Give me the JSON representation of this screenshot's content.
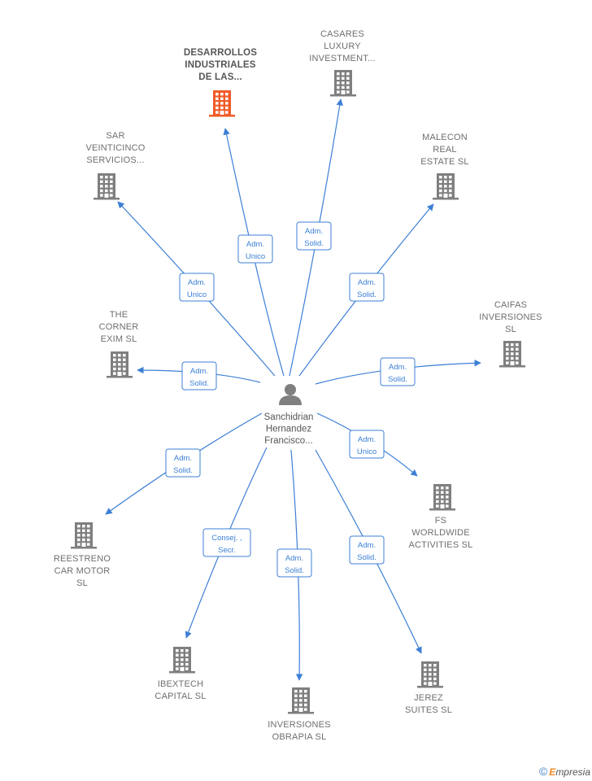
{
  "center": {
    "name_lines": [
      "Sanchidrian",
      "Hernandez",
      "Francisco..."
    ],
    "icon": "person-icon"
  },
  "companies": [
    {
      "id": "desarrollos",
      "lines": [
        "DESARROLLOS",
        "INDUSTRIALES",
        "DE LAS..."
      ],
      "highlight": true,
      "relation": [
        "Adm.",
        "Unico"
      ]
    },
    {
      "id": "casares",
      "lines": [
        "CASARES",
        "LUXURY",
        "INVESTMENT..."
      ],
      "highlight": false,
      "relation": [
        "Adm.",
        "Solid."
      ]
    },
    {
      "id": "sar",
      "lines": [
        "SAR",
        "VEINTICINCO",
        "SERVICIOS..."
      ],
      "highlight": false,
      "relation": [
        "Adm.",
        "Unico"
      ]
    },
    {
      "id": "malecon",
      "lines": [
        "MALECON",
        "REAL",
        "ESTATE  SL"
      ],
      "highlight": false,
      "relation": [
        "Adm.",
        "Solid."
      ]
    },
    {
      "id": "corner",
      "lines": [
        "THE",
        "CORNER",
        "EXIM  SL"
      ],
      "highlight": false,
      "relation": [
        "Adm.",
        "Solid."
      ]
    },
    {
      "id": "caifas",
      "lines": [
        "CAIFAS",
        "INVERSIONES",
        "SL"
      ],
      "highlight": false,
      "relation": [
        "Adm.",
        "Solid."
      ]
    },
    {
      "id": "fs",
      "lines": [
        "FS",
        "WORLDWIDE",
        "ACTIVITIES SL"
      ],
      "highlight": false,
      "relation": [
        "Adm.",
        "Unico"
      ]
    },
    {
      "id": "reestreno",
      "lines": [
        "REESTRENO",
        "CAR MOTOR",
        "SL"
      ],
      "highlight": false,
      "relation": [
        "Adm.",
        "Solid."
      ]
    },
    {
      "id": "ibextech",
      "lines": [
        "IBEXTECH",
        "CAPITAL  SL"
      ],
      "highlight": false,
      "relation": [
        "Consej. ,",
        "Secr."
      ]
    },
    {
      "id": "obrapia",
      "lines": [
        "INVERSIONES",
        "OBRAPIA  SL"
      ],
      "highlight": false,
      "relation": [
        "Adm.",
        "Solid."
      ]
    },
    {
      "id": "jerez",
      "lines": [
        "JEREZ",
        "SUITES  SL"
      ],
      "highlight": false,
      "relation": [
        "Adm.",
        "Solid."
      ]
    }
  ],
  "colors": {
    "edge": "#3d7fd6",
    "building": "#7f7f7f",
    "building_highlight": "#f05a28",
    "relation_text": "#3a7fd5",
    "relation_border": "#3d7fd6"
  },
  "footer": {
    "copyright_symbol": "©",
    "brand_initial": "E",
    "brand_rest": "mpresia"
  }
}
